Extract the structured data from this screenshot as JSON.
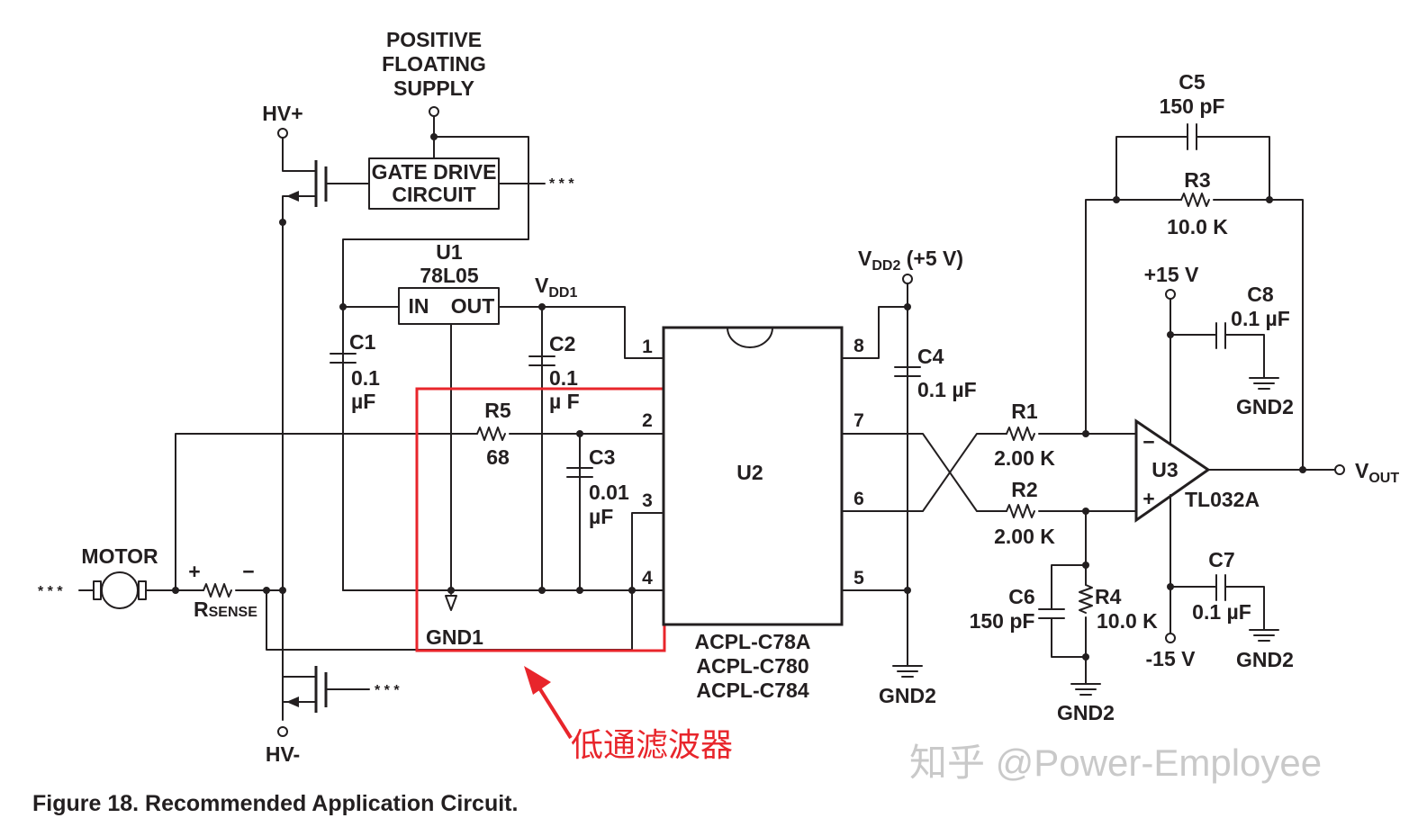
{
  "figure": {
    "caption": "Figure 18. Recommended Application Circuit."
  },
  "supply": {
    "line1": "POSITIVE",
    "line2": "FLOATING",
    "line3": "SUPPLY"
  },
  "rails": {
    "hv_pos": "HV+",
    "hv_neg": "HV-",
    "vdd1": "V",
    "vdd1_sub": "DD1",
    "vdd2": "V",
    "vdd2_sub": "DD2",
    "vdd2_suffix": " (+5 V)",
    "pos15": "+15 V",
    "neg15": "-15 V",
    "vout": "V",
    "vout_sub": "OUT"
  },
  "gate_drive": {
    "line1": "GATE DRIVE",
    "line2": "CIRCUIT"
  },
  "continuation": "* * *",
  "u1": {
    "ref": "U1",
    "part": "78L05",
    "pin_in": "IN",
    "pin_out": "OUT"
  },
  "u2": {
    "ref": "U2",
    "pins": [
      "1",
      "2",
      "3",
      "4",
      "5",
      "6",
      "7",
      "8"
    ],
    "parts": [
      "ACPL-C78A",
      "ACPL-C780",
      "ACPL-C784"
    ]
  },
  "u3": {
    "ref": "U3",
    "part": "TL032A",
    "minus": "−",
    "plus": "+"
  },
  "motor": {
    "label": "MOTOR"
  },
  "rsense": {
    "label": "R",
    "sub": "SENSE",
    "plus": "+",
    "minus": "−"
  },
  "components": {
    "c1": {
      "ref": "C1",
      "v1": "0.1",
      "v2": "µF"
    },
    "c2": {
      "ref": "C2",
      "v1": "0.1",
      "v2": "µ F"
    },
    "c3": {
      "ref": "C3",
      "v1": "0.01",
      "v2": "µF"
    },
    "c4": {
      "ref": "C4",
      "value": "0.1 µF"
    },
    "c5": {
      "ref": "C5",
      "value": "150 pF"
    },
    "c6": {
      "ref": "C6",
      "value": "150 pF"
    },
    "c7": {
      "ref": "C7",
      "value": "0.1 µF"
    },
    "c8": {
      "ref": "C8",
      "value": "0.1 µF"
    },
    "r1": {
      "ref": "R1",
      "value": "2.00 K"
    },
    "r2": {
      "ref": "R2",
      "value": "2.00 K"
    },
    "r3": {
      "ref": "R3",
      "value": "10.0 K"
    },
    "r4": {
      "ref": "R4",
      "value": "10.0 K"
    },
    "r5": {
      "ref": "R5",
      "value": "68"
    }
  },
  "grounds": {
    "gnd1": "GND1",
    "gnd2": "GND2"
  },
  "annotation": {
    "text": "低通滤波器",
    "color": "#e8252b"
  },
  "watermark": "知乎 @Power-Employee",
  "colors": {
    "ink": "#231f20",
    "highlight": "#e8252b",
    "watermark": "#c9c9c9"
  }
}
